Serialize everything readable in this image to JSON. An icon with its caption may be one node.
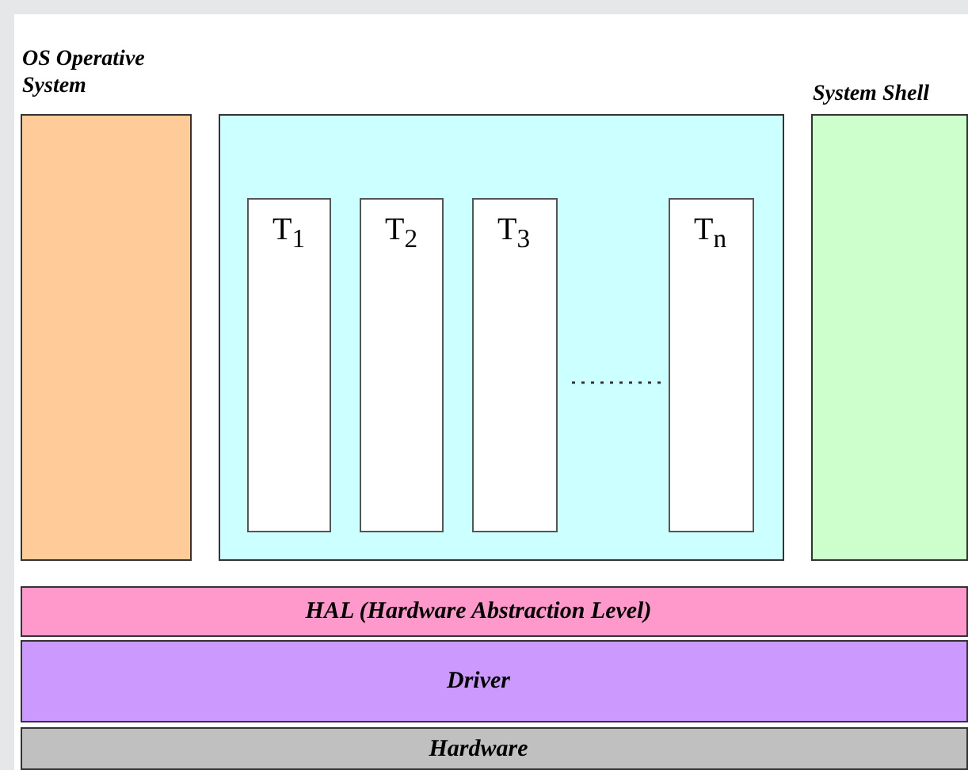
{
  "diagram": {
    "nodes": [
      {
        "text": [
          "OS Operative System"
        ]
      },
      {
        "text": [],
        "shape": "box"
      },
      {
        "text": [
          "T$_{1}$"
        ],
        "in": 1
      },
      {
        "text": [
          "T$_{2}$"
        ],
        "in": 1
      },
      {
        "text": [
          "T$_{3}$"
        ],
        "in": 1
      },
      {
        "text": [
          "T$_{n}$"
        ],
        "in": 1
      },
      {
        "text": [
          "System Shell"
        ]
      },
      {
        "text": [
          "HAL (Hardware Abstraction Level)"
        ]
      },
      {
        "text": [
          "Driver"
        ]
      },
      {
        "text": [
          "Hardware"
        ]
      }
    ]
  }
}
